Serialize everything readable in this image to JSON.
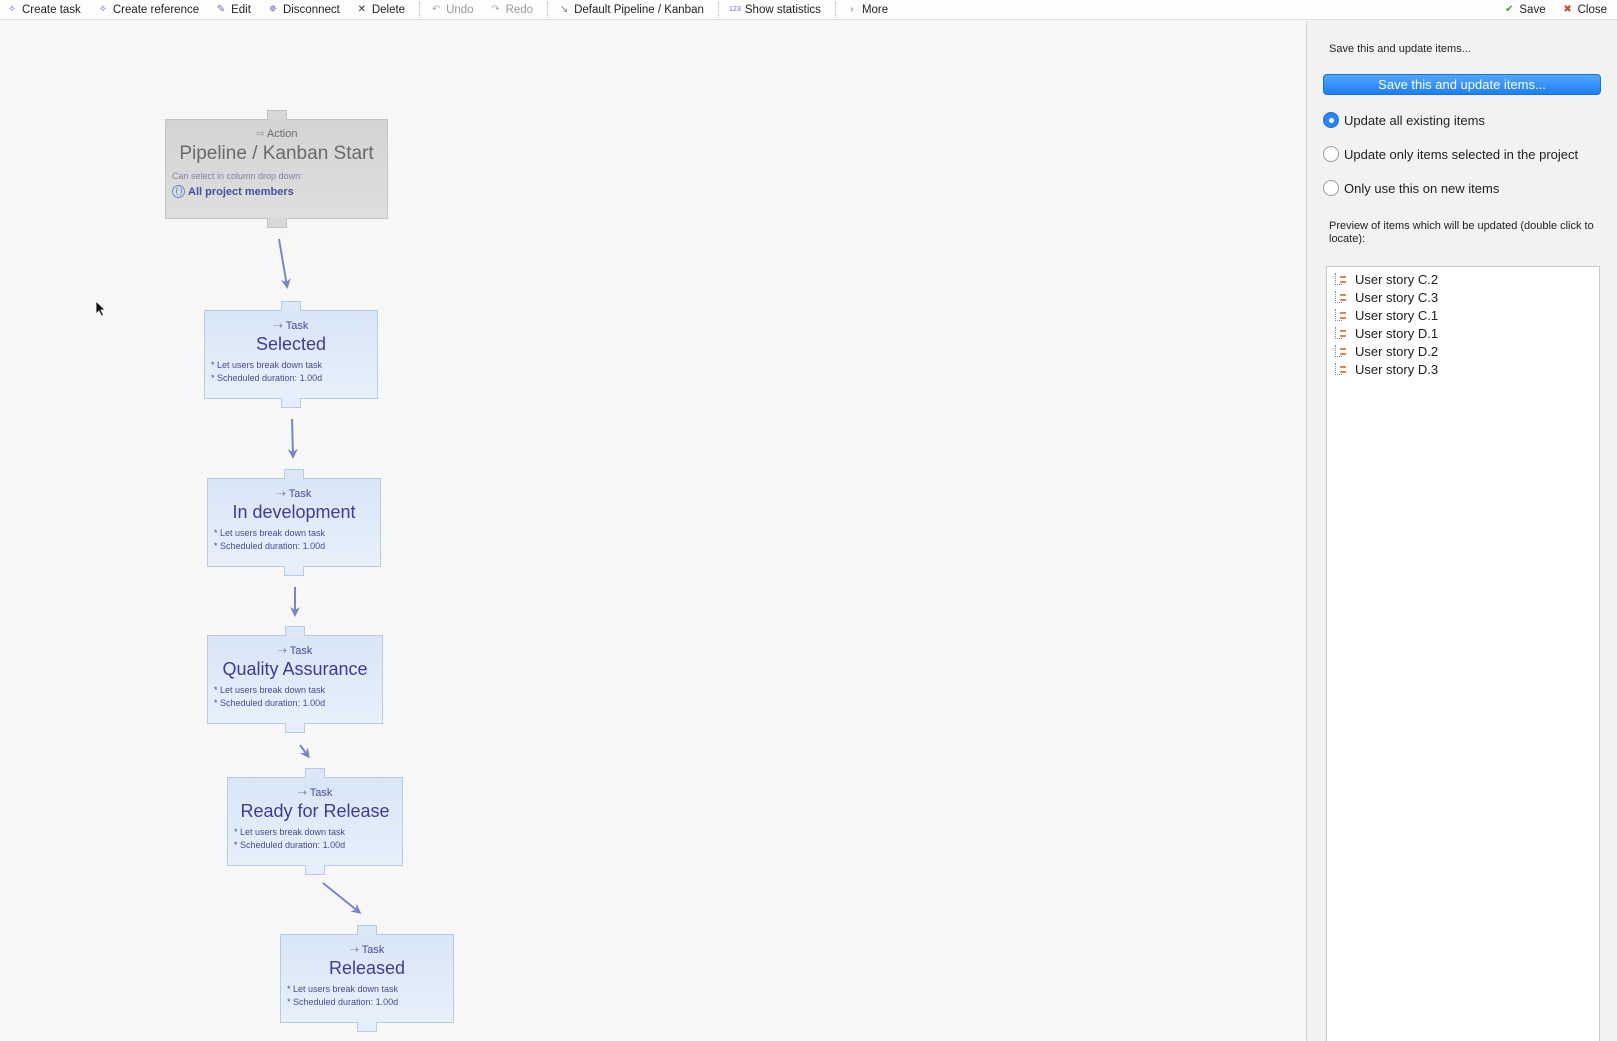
{
  "toolbar": {
    "left": [
      {
        "id": "create-task",
        "label": "Create task",
        "icon": "create-task-icon",
        "disabled": false
      },
      {
        "id": "create-reference",
        "label": "Create reference",
        "icon": "create-reference-icon",
        "disabled": false
      },
      {
        "id": "edit",
        "label": "Edit",
        "icon": "edit-icon",
        "disabled": false
      },
      {
        "id": "disconnect",
        "label": "Disconnect",
        "icon": "disconnect-icon",
        "disabled": false
      },
      {
        "id": "delete",
        "label": "Delete",
        "icon": "delete-icon",
        "disabled": false
      },
      {
        "id": "undo",
        "label": "Undo",
        "icon": "undo-icon",
        "disabled": true
      },
      {
        "id": "redo",
        "label": "Redo",
        "icon": "redo-icon",
        "disabled": true
      },
      {
        "id": "default-pipeline",
        "label": "Default Pipeline / Kanban",
        "icon": "pipeline-icon",
        "disabled": false
      },
      {
        "id": "show-statistics",
        "label": "Show statistics",
        "icon": "statistics-icon",
        "disabled": false
      },
      {
        "id": "more",
        "label": "More",
        "icon": "chevron-right-icon",
        "disabled": false
      }
    ],
    "right": [
      {
        "id": "save",
        "label": "Save",
        "icon": "checkmark-icon"
      },
      {
        "id": "close",
        "label": "Close",
        "icon": "close-icon"
      }
    ]
  },
  "pipeline": {
    "start": {
      "kind": "Action",
      "title": "Pipeline / Kanban Start",
      "subtitle": "Can select in column drop down:",
      "members": "All project members"
    },
    "tasks": [
      {
        "kind": "Task",
        "title": "Selected",
        "notes": [
          "* Let users break down task",
          "* Scheduled duration: 1.00d"
        ]
      },
      {
        "kind": "Task",
        "title": "In development",
        "notes": [
          "* Let users break down task",
          "* Scheduled duration: 1.00d"
        ]
      },
      {
        "kind": "Task",
        "title": "Quality Assurance",
        "notes": [
          "* Let users break down task",
          "* Scheduled duration: 1.00d"
        ]
      },
      {
        "kind": "Task",
        "title": "Ready for Release",
        "notes": [
          "* Let users break down task",
          "* Scheduled duration: 1.00d"
        ]
      },
      {
        "kind": "Task",
        "title": "Released",
        "notes": [
          "* Let users break down task",
          "* Scheduled duration: 1.00d"
        ]
      }
    ]
  },
  "panel": {
    "heading": "Save this and update items...",
    "primary_button": "Save this and update items...",
    "options": [
      {
        "label": "Update all existing items",
        "checked": true
      },
      {
        "label": "Update only items selected in the project",
        "checked": false
      },
      {
        "label": "Only use this on new items",
        "checked": false
      }
    ],
    "preview_label": "Preview of items which will be updated (double click to locate):",
    "preview_items": [
      "User story C.2",
      "User story C.3",
      "User story C.1",
      "User story D.1",
      "User story D.2",
      "User story D.3"
    ]
  },
  "colors": {
    "accent": "#2b84f5",
    "task_title": "#3c3c96",
    "arrow": "#7a86c4"
  }
}
